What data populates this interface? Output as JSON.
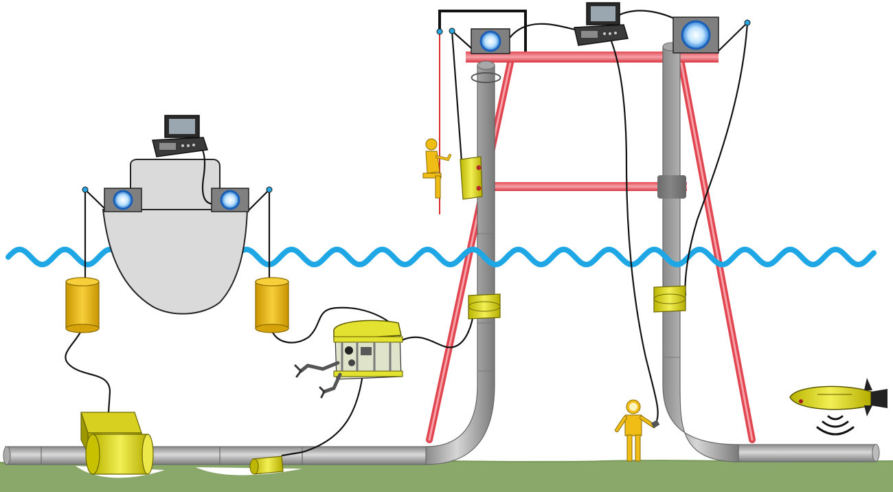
{
  "scene": {
    "text_labels": [],
    "components": [
      "seabed",
      "subsea-pipeline",
      "offshore-platform",
      "vessel",
      "sea-surface",
      "instrument-laptop",
      "cable-winch",
      "buoyancy-float",
      "pipe-clamp-sensor",
      "rov",
      "rope-access-technician",
      "diver",
      "auv",
      "acoustic-signal"
    ],
    "instrument_laptops": 3,
    "cable_winches": 4
  },
  "colors": {
    "water": "#1ea7e4",
    "seabed": "#8aa86a",
    "platform_frame": "#e63c46",
    "pipe": "#b4b4b4",
    "vessel_hull": "#dadada",
    "equipment_yellow": "#f0bd16",
    "sensor_yellow": "#e3e230",
    "winch_ring": "#1a6fd0",
    "cable": "#111111"
  }
}
